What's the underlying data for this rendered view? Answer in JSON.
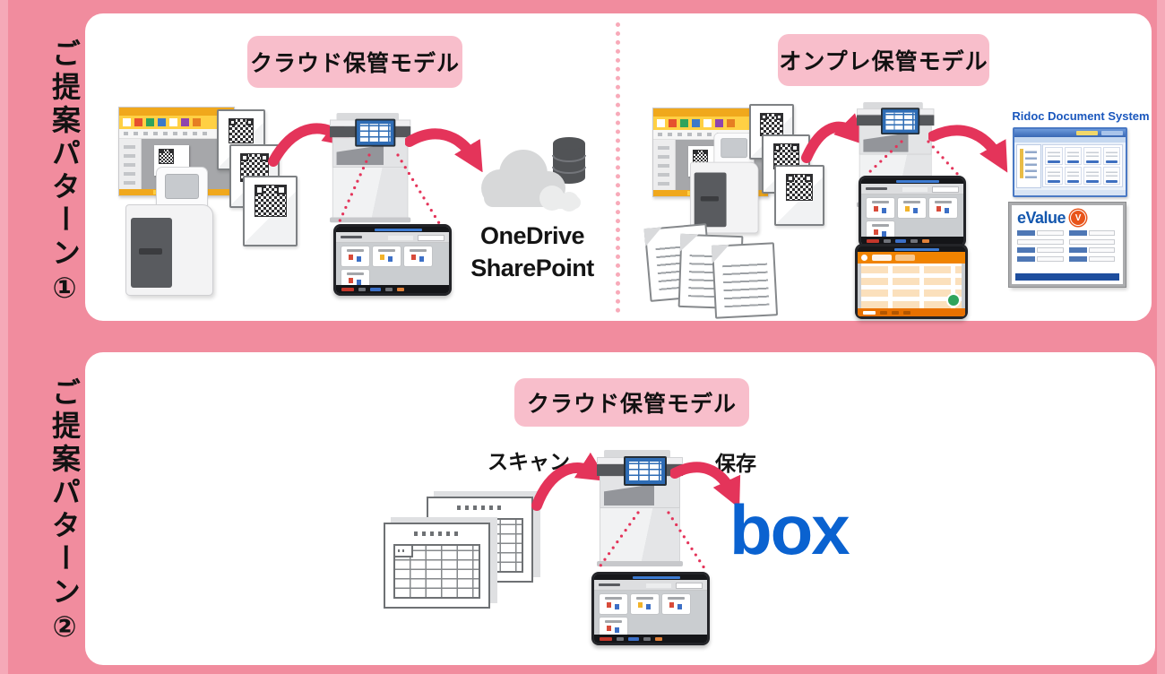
{
  "colors": {
    "bg_pink": "#F18C9E",
    "bg_pink_light": "#F5A9B8",
    "badge_pink": "#F8BECB",
    "dot_pink": "#F8AAB9",
    "arrow_red": "#E4345A",
    "text_black": "#141414",
    "ridoc_blue": "#1A57BD",
    "evalue_blue": "#1457AE",
    "evalue_orange": "#E8541A",
    "box_blue": "#0A62D0",
    "mfp_screen_blue": "#2E6CB5",
    "tablet_orange": "#F08300"
  },
  "side": {
    "pattern1": "ご提案パターン①",
    "pattern2": "ご提案パターン②"
  },
  "top_panel": {
    "cloud_model": {
      "badge": "クラウド保管モデル",
      "destinations": [
        "OneDrive",
        "SharePoint"
      ]
    },
    "onprem_model": {
      "badge": "オンプレ保管モデル",
      "ridoc_title": "Ridoc Document System",
      "evalue_brand": "eValue",
      "evalue_mark": "V"
    }
  },
  "bottom_panel": {
    "badge": "クラウド保管モデル",
    "scan_label": "スキャン",
    "save_label": "保存",
    "box_logo": "box"
  }
}
